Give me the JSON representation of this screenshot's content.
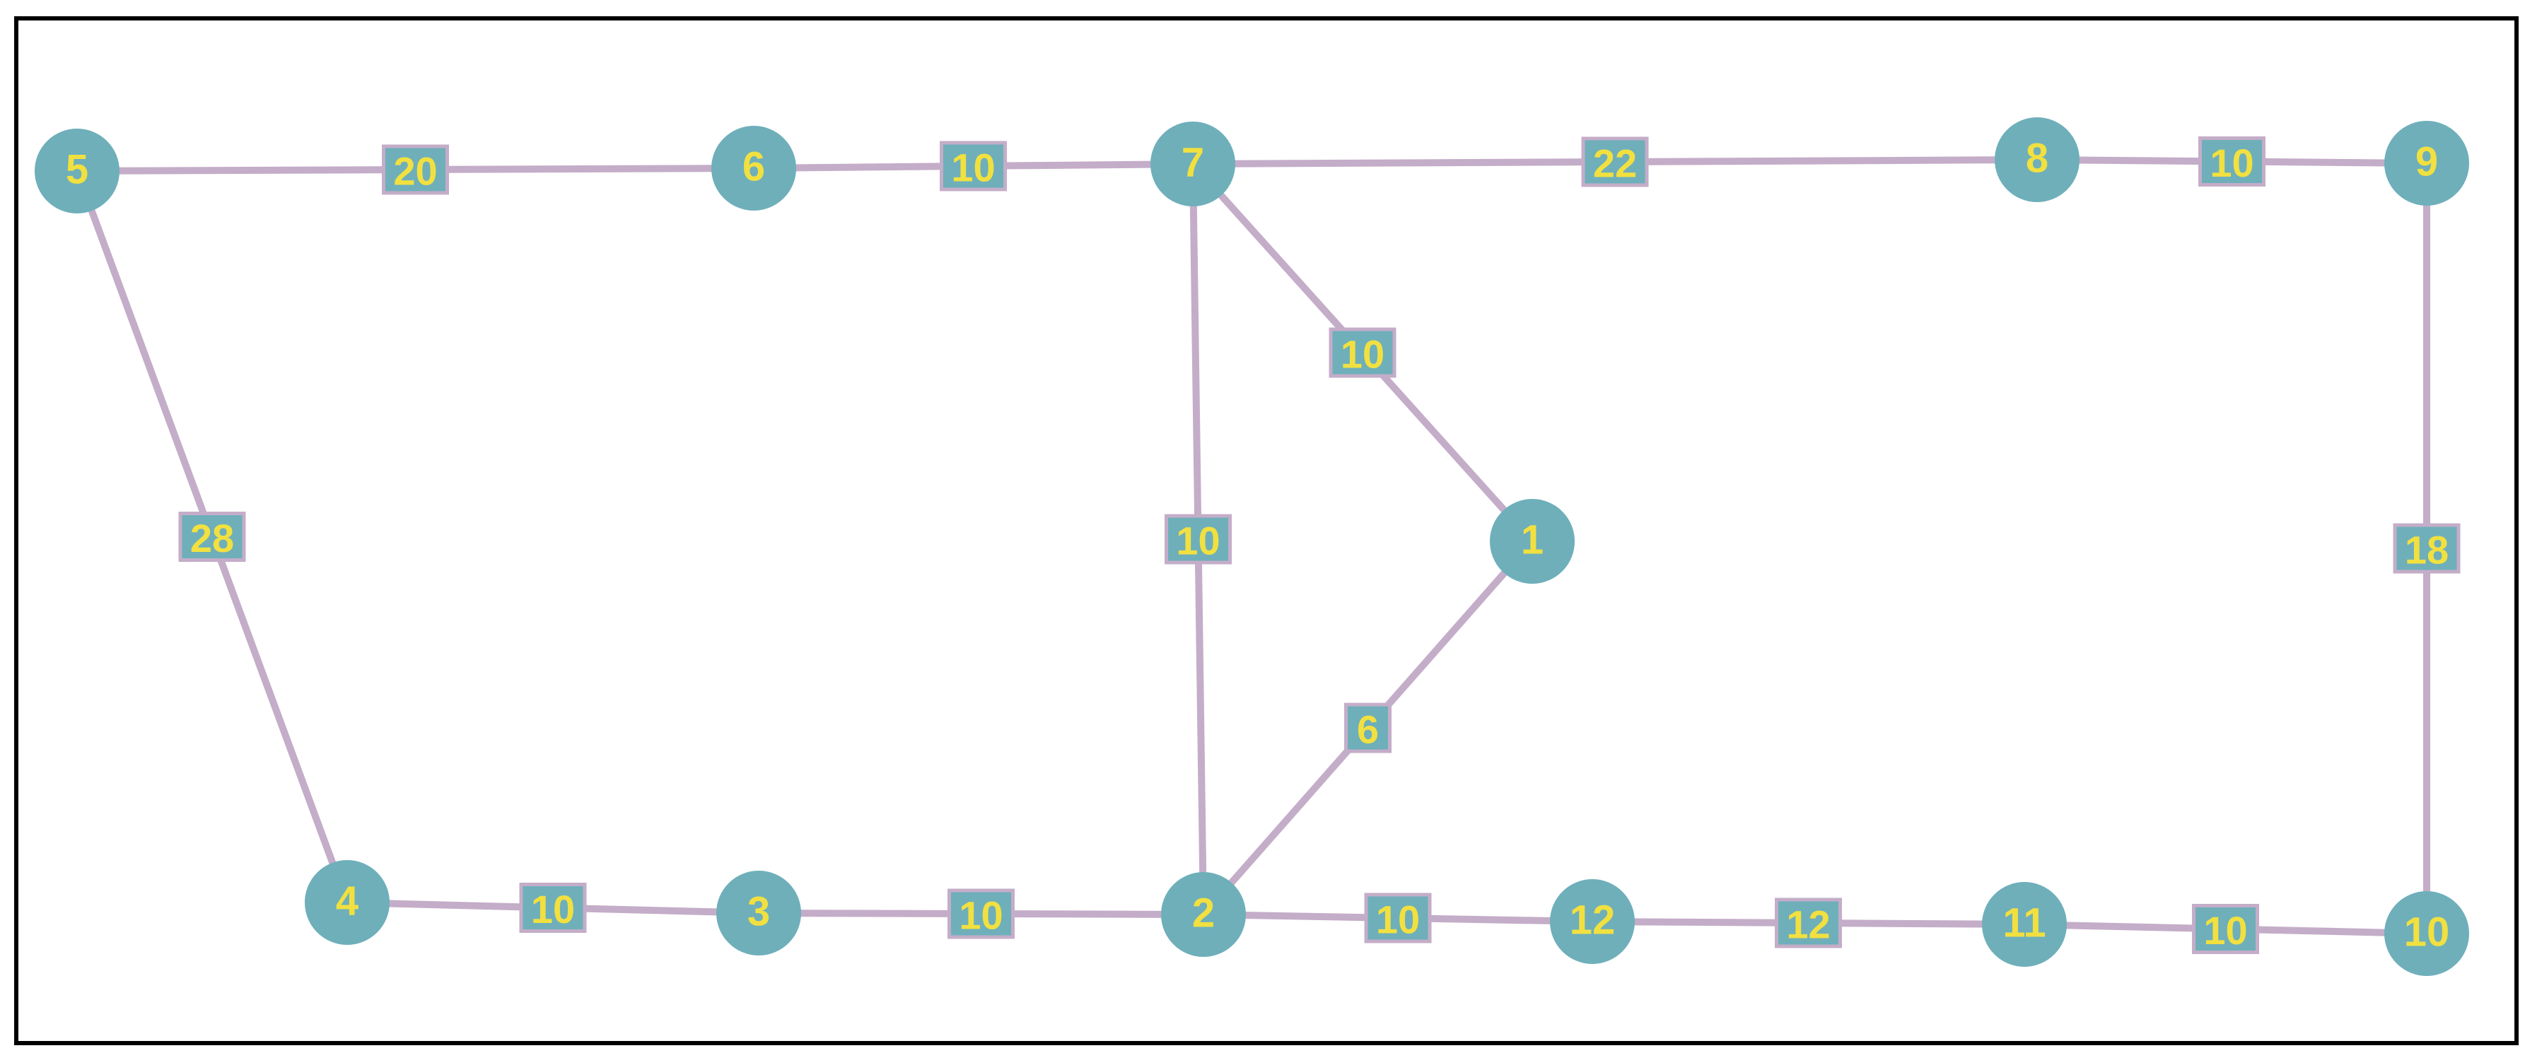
{
  "colors": {
    "node_fill": "#6EAFBA",
    "edge": "#C4ADC8",
    "label_text": "#F1E040",
    "label_box_fill": "#6EAFBA",
    "label_box_stroke": "#C4ADC8",
    "border": "#000000"
  },
  "nodes": [
    {
      "id": "1",
      "label": "1"
    },
    {
      "id": "2",
      "label": "2"
    },
    {
      "id": "3",
      "label": "3"
    },
    {
      "id": "4",
      "label": "4"
    },
    {
      "id": "5",
      "label": "5"
    },
    {
      "id": "6",
      "label": "6"
    },
    {
      "id": "7",
      "label": "7"
    },
    {
      "id": "8",
      "label": "8"
    },
    {
      "id": "9",
      "label": "9"
    },
    {
      "id": "10",
      "label": "10"
    },
    {
      "id": "11",
      "label": "11"
    },
    {
      "id": "12",
      "label": "12"
    }
  ],
  "edges": [
    {
      "source": "5",
      "target": "6",
      "weight": "20"
    },
    {
      "source": "6",
      "target": "7",
      "weight": "10"
    },
    {
      "source": "7",
      "target": "8",
      "weight": "22"
    },
    {
      "source": "8",
      "target": "9",
      "weight": "10"
    },
    {
      "source": "5",
      "target": "4",
      "weight": "28"
    },
    {
      "source": "7",
      "target": "1",
      "weight": "10"
    },
    {
      "source": "7",
      "target": "2",
      "weight": "10"
    },
    {
      "source": "1",
      "target": "2",
      "weight": "6"
    },
    {
      "source": "9",
      "target": "10",
      "weight": "18"
    },
    {
      "source": "4",
      "target": "3",
      "weight": "10"
    },
    {
      "source": "3",
      "target": "2",
      "weight": "10"
    },
    {
      "source": "2",
      "target": "12",
      "weight": "10"
    },
    {
      "source": "12",
      "target": "11",
      "weight": "12"
    },
    {
      "source": "11",
      "target": "10",
      "weight": "10"
    }
  ]
}
